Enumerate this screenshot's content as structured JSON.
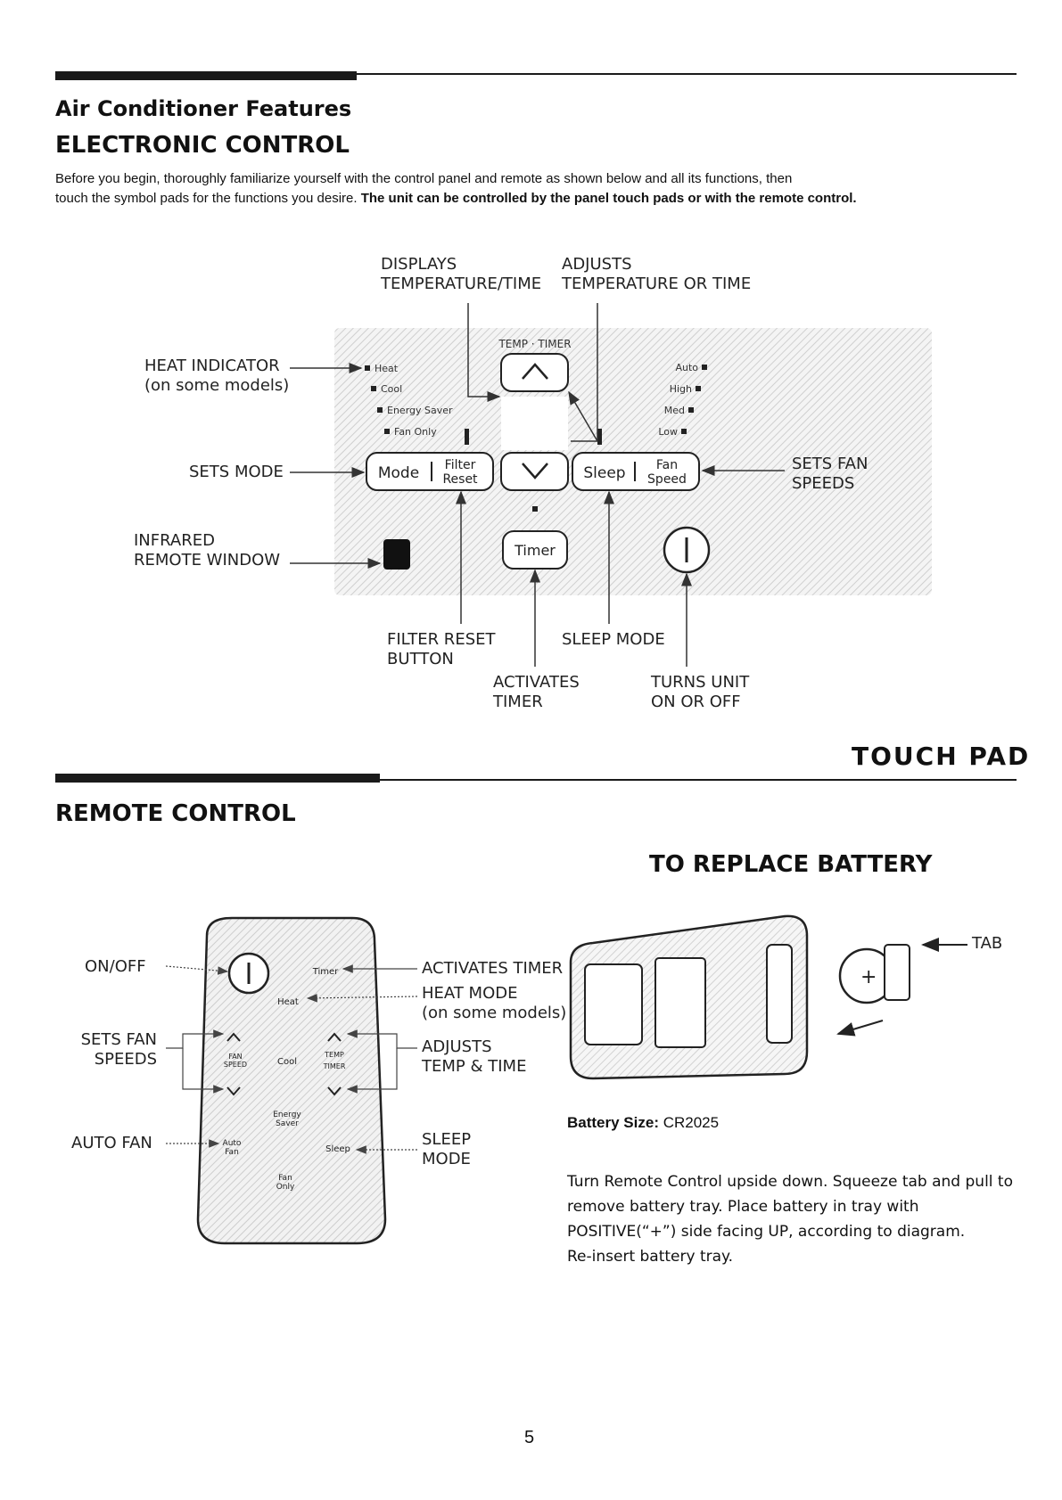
{
  "page": {
    "section_title": "Air Conditioner Features",
    "subsection_title": "ELECTRONIC CONTROL",
    "intro_line1": "Before you begin, thoroughly familiarize yourself with the control panel and remote as shown below and all its functions, then",
    "intro_line2_plain": "touch the symbol pads for the functions you desire. ",
    "intro_line2_bold": "The unit can be controlled by the panel touch pads or with the remote control.",
    "page_number": "5"
  },
  "touchpad": {
    "caption": "TOUCH PAD",
    "callouts": {
      "displays": [
        "DISPLAYS",
        "TEMPERATURE/TIME"
      ],
      "adjusts": [
        "ADJUSTS",
        "TEMPERATURE OR TIME"
      ],
      "heat_indicator": [
        "HEAT INDICATOR",
        "(on some models)"
      ],
      "sets_mode": "SETS MODE",
      "infrared": [
        "INFRARED",
        "REMOTE WINDOW"
      ],
      "sets_fan": [
        "SETS FAN",
        "SPEEDS"
      ],
      "filter_reset": [
        "FILTER RESET",
        "BUTTON"
      ],
      "sleep_mode": "SLEEP MODE",
      "activates_timer": [
        "ACTIVATES",
        "TIMER"
      ],
      "turns_unit": [
        "TURNS UNIT",
        "ON OR OFF"
      ]
    },
    "panel": {
      "header": "TEMP · TIMER",
      "mode_labels": [
        "Heat",
        "Cool",
        "Energy Saver",
        "Fan Only"
      ],
      "fan_labels": [
        "Auto",
        "High",
        "Med",
        "Low"
      ],
      "btn_mode": "Mode",
      "btn_filter": [
        "Filter",
        "Reset"
      ],
      "btn_sleep": "Sleep",
      "btn_fan": [
        "Fan",
        "Speed"
      ],
      "btn_timer": "Timer"
    }
  },
  "remote": {
    "title": "REMOTE CONTROL",
    "left_callouts": {
      "on_off": "ON/OFF",
      "sets_fan": [
        "SETS FAN",
        "SPEEDS"
      ],
      "auto_fan": "AUTO FAN"
    },
    "right_callouts": {
      "activates_timer": "ACTIVATES TIMER",
      "heat_mode": [
        "HEAT MODE",
        "(on some models)"
      ],
      "adjusts": [
        "ADJUSTS",
        "TEMP & TIME"
      ],
      "sleep": [
        "SLEEP",
        "MODE"
      ]
    },
    "buttons": {
      "timer": "Timer",
      "heat": "Heat",
      "fan_speed": [
        "FAN",
        "SPEED"
      ],
      "cool": "Cool",
      "temp_timer": [
        "TEMP",
        "TIMER"
      ],
      "energy_saver": [
        "Energy",
        "Saver"
      ],
      "auto_fan": [
        "Auto",
        "Fan"
      ],
      "sleep": "Sleep",
      "fan_only": [
        "Fan",
        "Only"
      ]
    }
  },
  "battery": {
    "title": "TO REPLACE BATTERY",
    "tab_label": "TAB",
    "size_label": "Battery Size:",
    "size_value": "CR2025",
    "instructions": [
      "Turn Remote Control upside down. Squeeze tab and pull to",
      "remove battery tray. Place battery in tray with",
      "POSITIVE(“+”) side facing UP, according to diagram.",
      "Re-insert battery tray."
    ]
  }
}
